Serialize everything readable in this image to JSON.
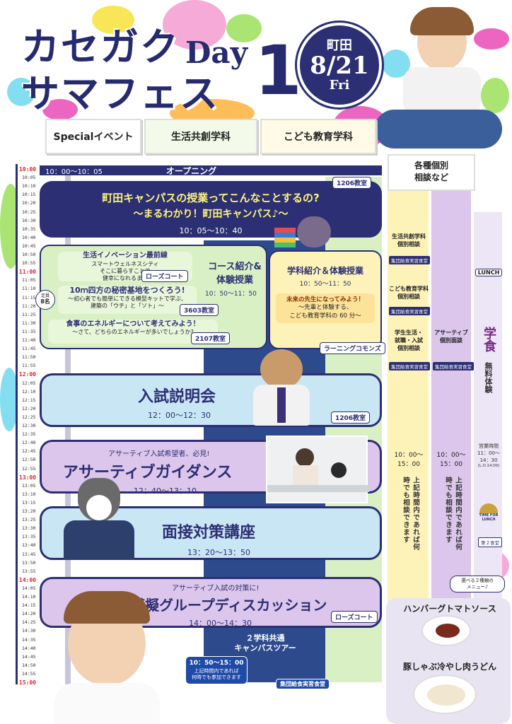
{
  "header": {
    "title_line1": "カセガク",
    "title_line2": "サマフェス",
    "day_word": "Day",
    "day_number": "1",
    "campus": "町田",
    "date": "8/21",
    "weekday": "Fri"
  },
  "tabs": [
    {
      "label": "Specialイベント"
    },
    {
      "label": "生活共創学科"
    },
    {
      "label": "こども教育学科"
    },
    {
      "label": "各種個別\n相談など"
    }
  ],
  "time_ticks": [
    "10:00",
    "10:05",
    "10:10",
    "10:15",
    "10:20",
    "10:25",
    "10:30",
    "10:35",
    "10:40",
    "10:45",
    "10:50",
    "10:55",
    "11:00",
    "11:05",
    "11:10",
    "11:15",
    "11:20",
    "11:25",
    "11:30",
    "11:35",
    "11:40",
    "11:45",
    "11:50",
    "11:55",
    "12:00",
    "12:05",
    "12:10",
    "12:15",
    "12:20",
    "12:25",
    "12:30",
    "12:35",
    "12:40",
    "12:45",
    "12:50",
    "12:55",
    "13:00",
    "13:05",
    "13:10",
    "13:15",
    "13:20",
    "13:25",
    "13:30",
    "13:35",
    "13:40",
    "13:45",
    "13:50",
    "13:55",
    "14:00",
    "14:05",
    "14:10",
    "14:15",
    "14:20",
    "14:25",
    "14:30",
    "14:35",
    "14:40",
    "14:45",
    "14:50",
    "14:55",
    "15:00"
  ],
  "opening": {
    "time": "10：00〜10：05",
    "label": "オープニング"
  },
  "event1": {
    "room": "1206教室",
    "title": "町田キャンパスの授業ってこんなことするの?",
    "subtitle": "〜まるわかり！町田キャンパス♪〜",
    "time": "10：05〜10：40"
  },
  "course_intro": {
    "title_line1": "コース紹介&",
    "title_line2": "体験授業",
    "time": "10：50〜11：50",
    "capacity_label": "定員",
    "capacity": "8名",
    "sessions": [
      {
        "title": "生活イノベーション最前線",
        "line2": "スマートウェルネスシティ",
        "line3": "そこに暮らすことで",
        "line4": "健幸になれるまち",
        "room": "ローズコート"
      },
      {
        "title": "10ｍ四方の秘密基地をつくろう!",
        "line2": "〜初心者でも簡単にできる模型キットで学ぶ、",
        "line3": "建築の「ウチ」と「ソト」〜",
        "room": "3603教室"
      },
      {
        "title": "食事のエネルギーについて考えてみよう！",
        "line2": "〜さて、どちらのエネルギーが多いでしょうか?",
        "room": "2107教室"
      }
    ]
  },
  "dept_intro": {
    "title": "学科紹介＆体験授業",
    "time": "10：50〜11：50",
    "desc1": "未来の先生になってみよう！",
    "desc2": "〜先輩と体験する、",
    "desc3": "こども教育学科の 60 分〜",
    "room": "ラーニングコモンズ"
  },
  "admission": {
    "title": "入試説明会",
    "time": "12：00〜12：30",
    "room": "1206教室"
  },
  "assertive": {
    "pre": "アサーティブ入試希望者、必見!",
    "title": "アサーティブガイダンス",
    "time": "12：40〜13：10"
  },
  "interview": {
    "title": "面接対策講座",
    "time": "13：20〜13：50"
  },
  "group": {
    "pre": "アサーティブ入試の対策に!",
    "title": "模擬グループディスカッション",
    "time": "14：00〜14：30",
    "room": "ローズコート"
  },
  "tour": {
    "title_line1": "２学科共通",
    "title_line2": "キャンパスツアー",
    "time": "10：50〜15：00",
    "note1": "上記時間内であれば",
    "note2": "何時でも参加できます",
    "room": "集団給食実習食堂"
  },
  "consult": [
    {
      "title1": "生活共創学科",
      "title2": "個別相談",
      "room": "集団給食実習食堂"
    },
    {
      "title1": "こども教育学科",
      "title2": "個別相談",
      "room": "集団給食実習食堂"
    },
    {
      "title1": "学生生活・",
      "title2": "就職・入試",
      "title3": "個別相談",
      "room": "集団給食実習食堂"
    }
  ],
  "assertive_interview": {
    "title1": "アサーティブ",
    "title2": "個別面談",
    "room": "集団給食実習食堂"
  },
  "consult_time": {
    "time1": "10：00〜",
    "time2": "15：00",
    "note": "上記時間内であれば何時でも相談できます"
  },
  "assertive_time": {
    "time1": "10：00〜",
    "time2": "15：00",
    "note": "上記時間内であれば何時でも相談できます"
  },
  "lunch": {
    "label": "LUNCH",
    "title": "学食",
    "sub": "無料体験",
    "hours_label": "営業時間",
    "hours1": "11：00〜",
    "hours2": "14：30",
    "hours3": "(L.O.14:00)",
    "badge_line1": "TIME FOR",
    "badge_line2": "LUNCH",
    "place": "第２食堂",
    "menu_note1": "選べる２種類の",
    "menu_note2": "メニュー♪",
    "menu1": "ハンバーグトマトソース",
    "menu2": "豚しゃぶ冷やし肉うどん"
  },
  "colors": {
    "navy": "#2c2f73",
    "purple_light": "#dcc6ec",
    "blue_light": "#c9e6f5",
    "yellow_light": "#fdf3b8",
    "green_light": "#d9f0c4",
    "lunch_lavender": "#ece6f7"
  }
}
